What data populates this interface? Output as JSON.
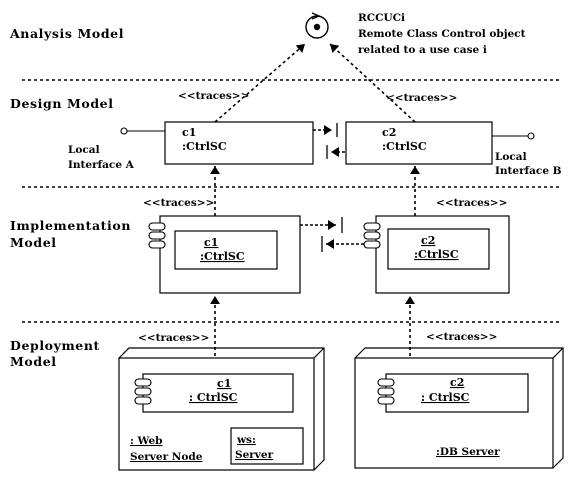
{
  "layers": {
    "analysis": "Analysis Model",
    "design": "Design Model",
    "implementation_1": "Implementation",
    "implementation_2": "Model",
    "deployment_1": "Deployment",
    "deployment_2": "Model"
  },
  "rccuc": {
    "title": "RCCUCi",
    "line1": "Remote Class Control object",
    "line2": "related to a use case i"
  },
  "traces_label": "<<traces>>",
  "design": {
    "c1_name": "c1",
    "c1_type": ":CtrlSC",
    "c2_name": "c2",
    "c2_type": ":CtrlSC",
    "interface_a_1": "Local",
    "interface_a_2": "Interface  A",
    "interface_b_1": "Local",
    "interface_b_2": "Interface B"
  },
  "implementation": {
    "c1_name": "c1",
    "c1_type": ":CtrlSC",
    "c2_name": "c2",
    "c2_type": ":CtrlSC"
  },
  "deployment": {
    "c1_name": "c1",
    "c1_type": ": CtrlSC",
    "c2_name": "c2",
    "c2_type": ": CtrlSC",
    "web_node_1": ": Web",
    "web_node_2": "Server Node",
    "ws_1": "ws:",
    "ws_2": "Server",
    "db_server": ":DB Server"
  }
}
